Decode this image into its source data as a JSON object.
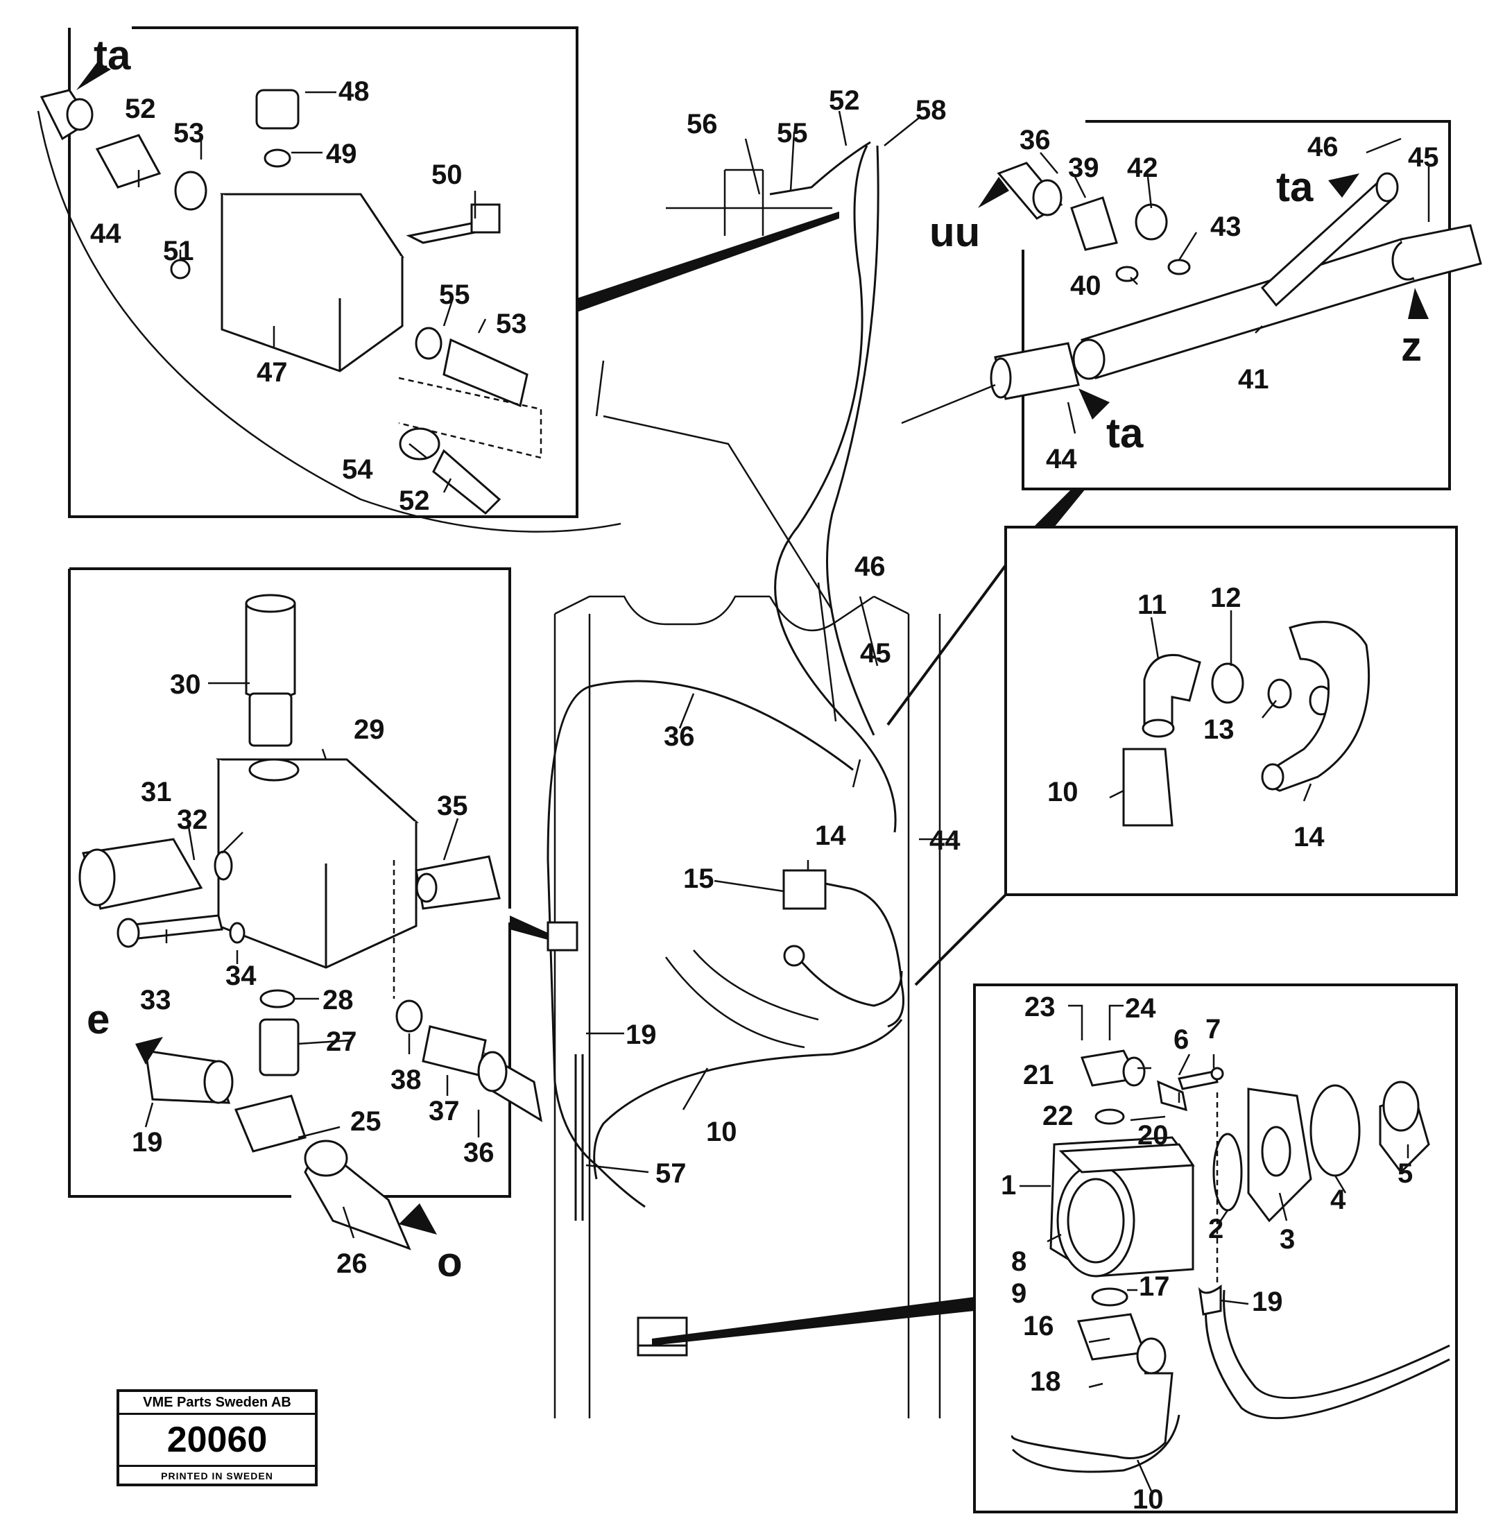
{
  "company": "VME Parts Sweden AB",
  "drawing_number": "20060",
  "printed": "PRINTED IN SWEDEN",
  "flow_markers": [
    "ta",
    "uu",
    "z",
    "e",
    "o"
  ],
  "part_numbers": [
    "1",
    "2",
    "3",
    "4",
    "5",
    "6",
    "7",
    "8",
    "9",
    "10",
    "11",
    "12",
    "13",
    "14",
    "15",
    "16",
    "17",
    "18",
    "19",
    "20",
    "21",
    "22",
    "23",
    "24",
    "25",
    "26",
    "27",
    "28",
    "29",
    "30",
    "31",
    "32",
    "33",
    "34",
    "35",
    "36",
    "37",
    "38",
    "39",
    "40",
    "41",
    "42",
    "43",
    "44",
    "45",
    "46",
    "47",
    "48",
    "49",
    "50",
    "51",
    "52",
    "53",
    "54",
    "55",
    "56",
    "57",
    "58"
  ]
}
